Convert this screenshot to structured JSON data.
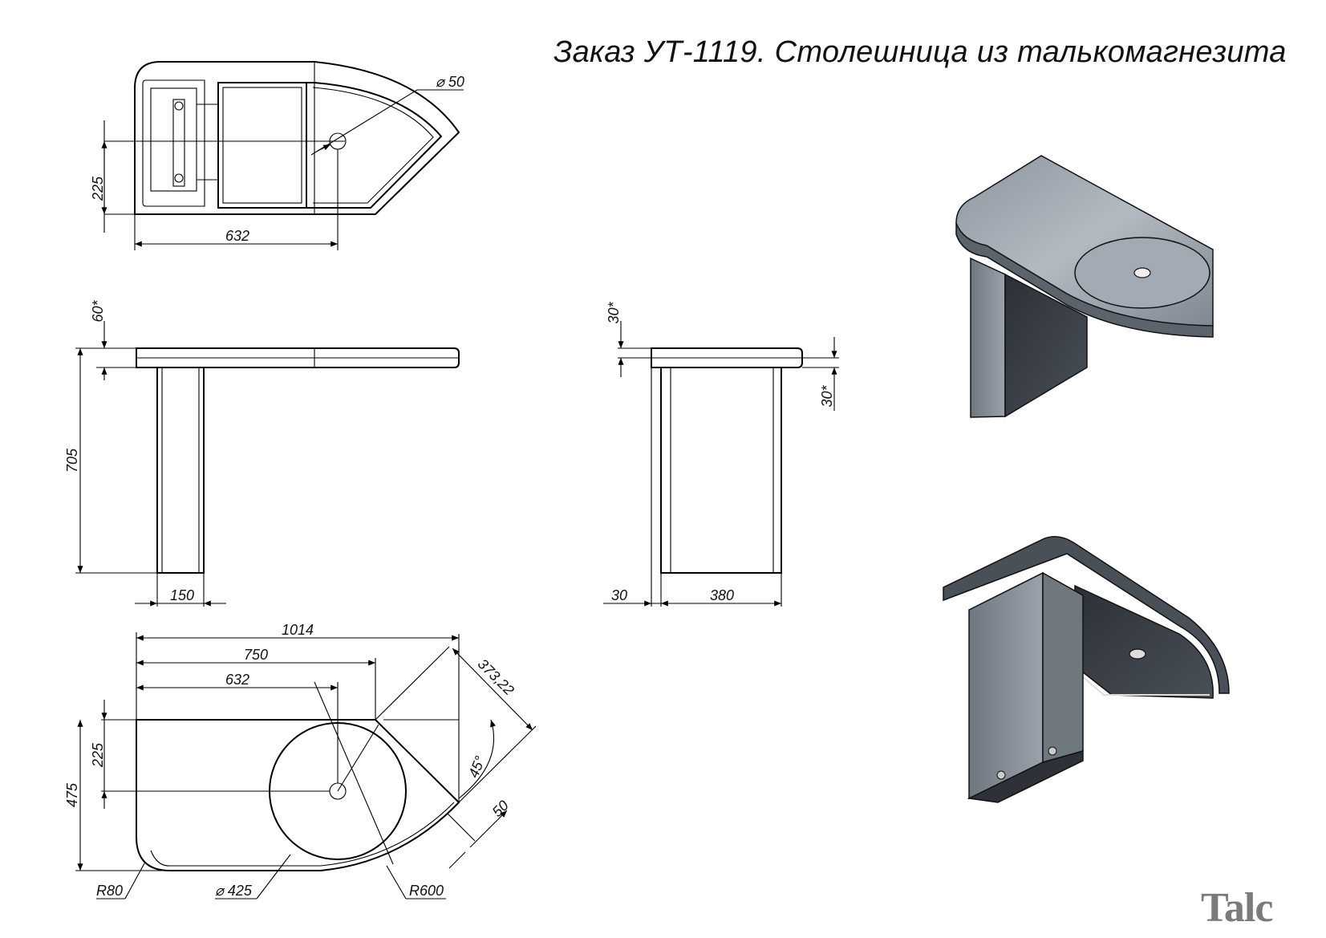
{
  "title": "Заказ УТ-1119. Столешница из талькомагнезита",
  "logo": "Talc",
  "colors": {
    "line": "#000000",
    "stone_light": "#9aa3ad",
    "stone_dark": "#3b4047",
    "logo": "#7b7b7b"
  },
  "top_view": {
    "dims": {
      "width_to_hole": "632",
      "hole_offset": "225",
      "hole_diameter": "⌀ 50"
    }
  },
  "front_view": {
    "dims": {
      "thickness": "60*",
      "height": "705",
      "leg_width": "150"
    }
  },
  "side_view": {
    "dims": {
      "top_thickness": "30*",
      "bottom_thickness": "30*",
      "panel": "30",
      "depth": "380"
    }
  },
  "plan_view": {
    "dims": {
      "total_length": "1014",
      "straight_length": "750",
      "hole_x": "632",
      "hole_y": "225",
      "depth": "475",
      "diagonal": "373,22",
      "angle": "45°",
      "edge_offset": "50",
      "corner_radius": "R80",
      "bowl_diameter": "⌀ 425",
      "arc_radius": "R600"
    }
  }
}
